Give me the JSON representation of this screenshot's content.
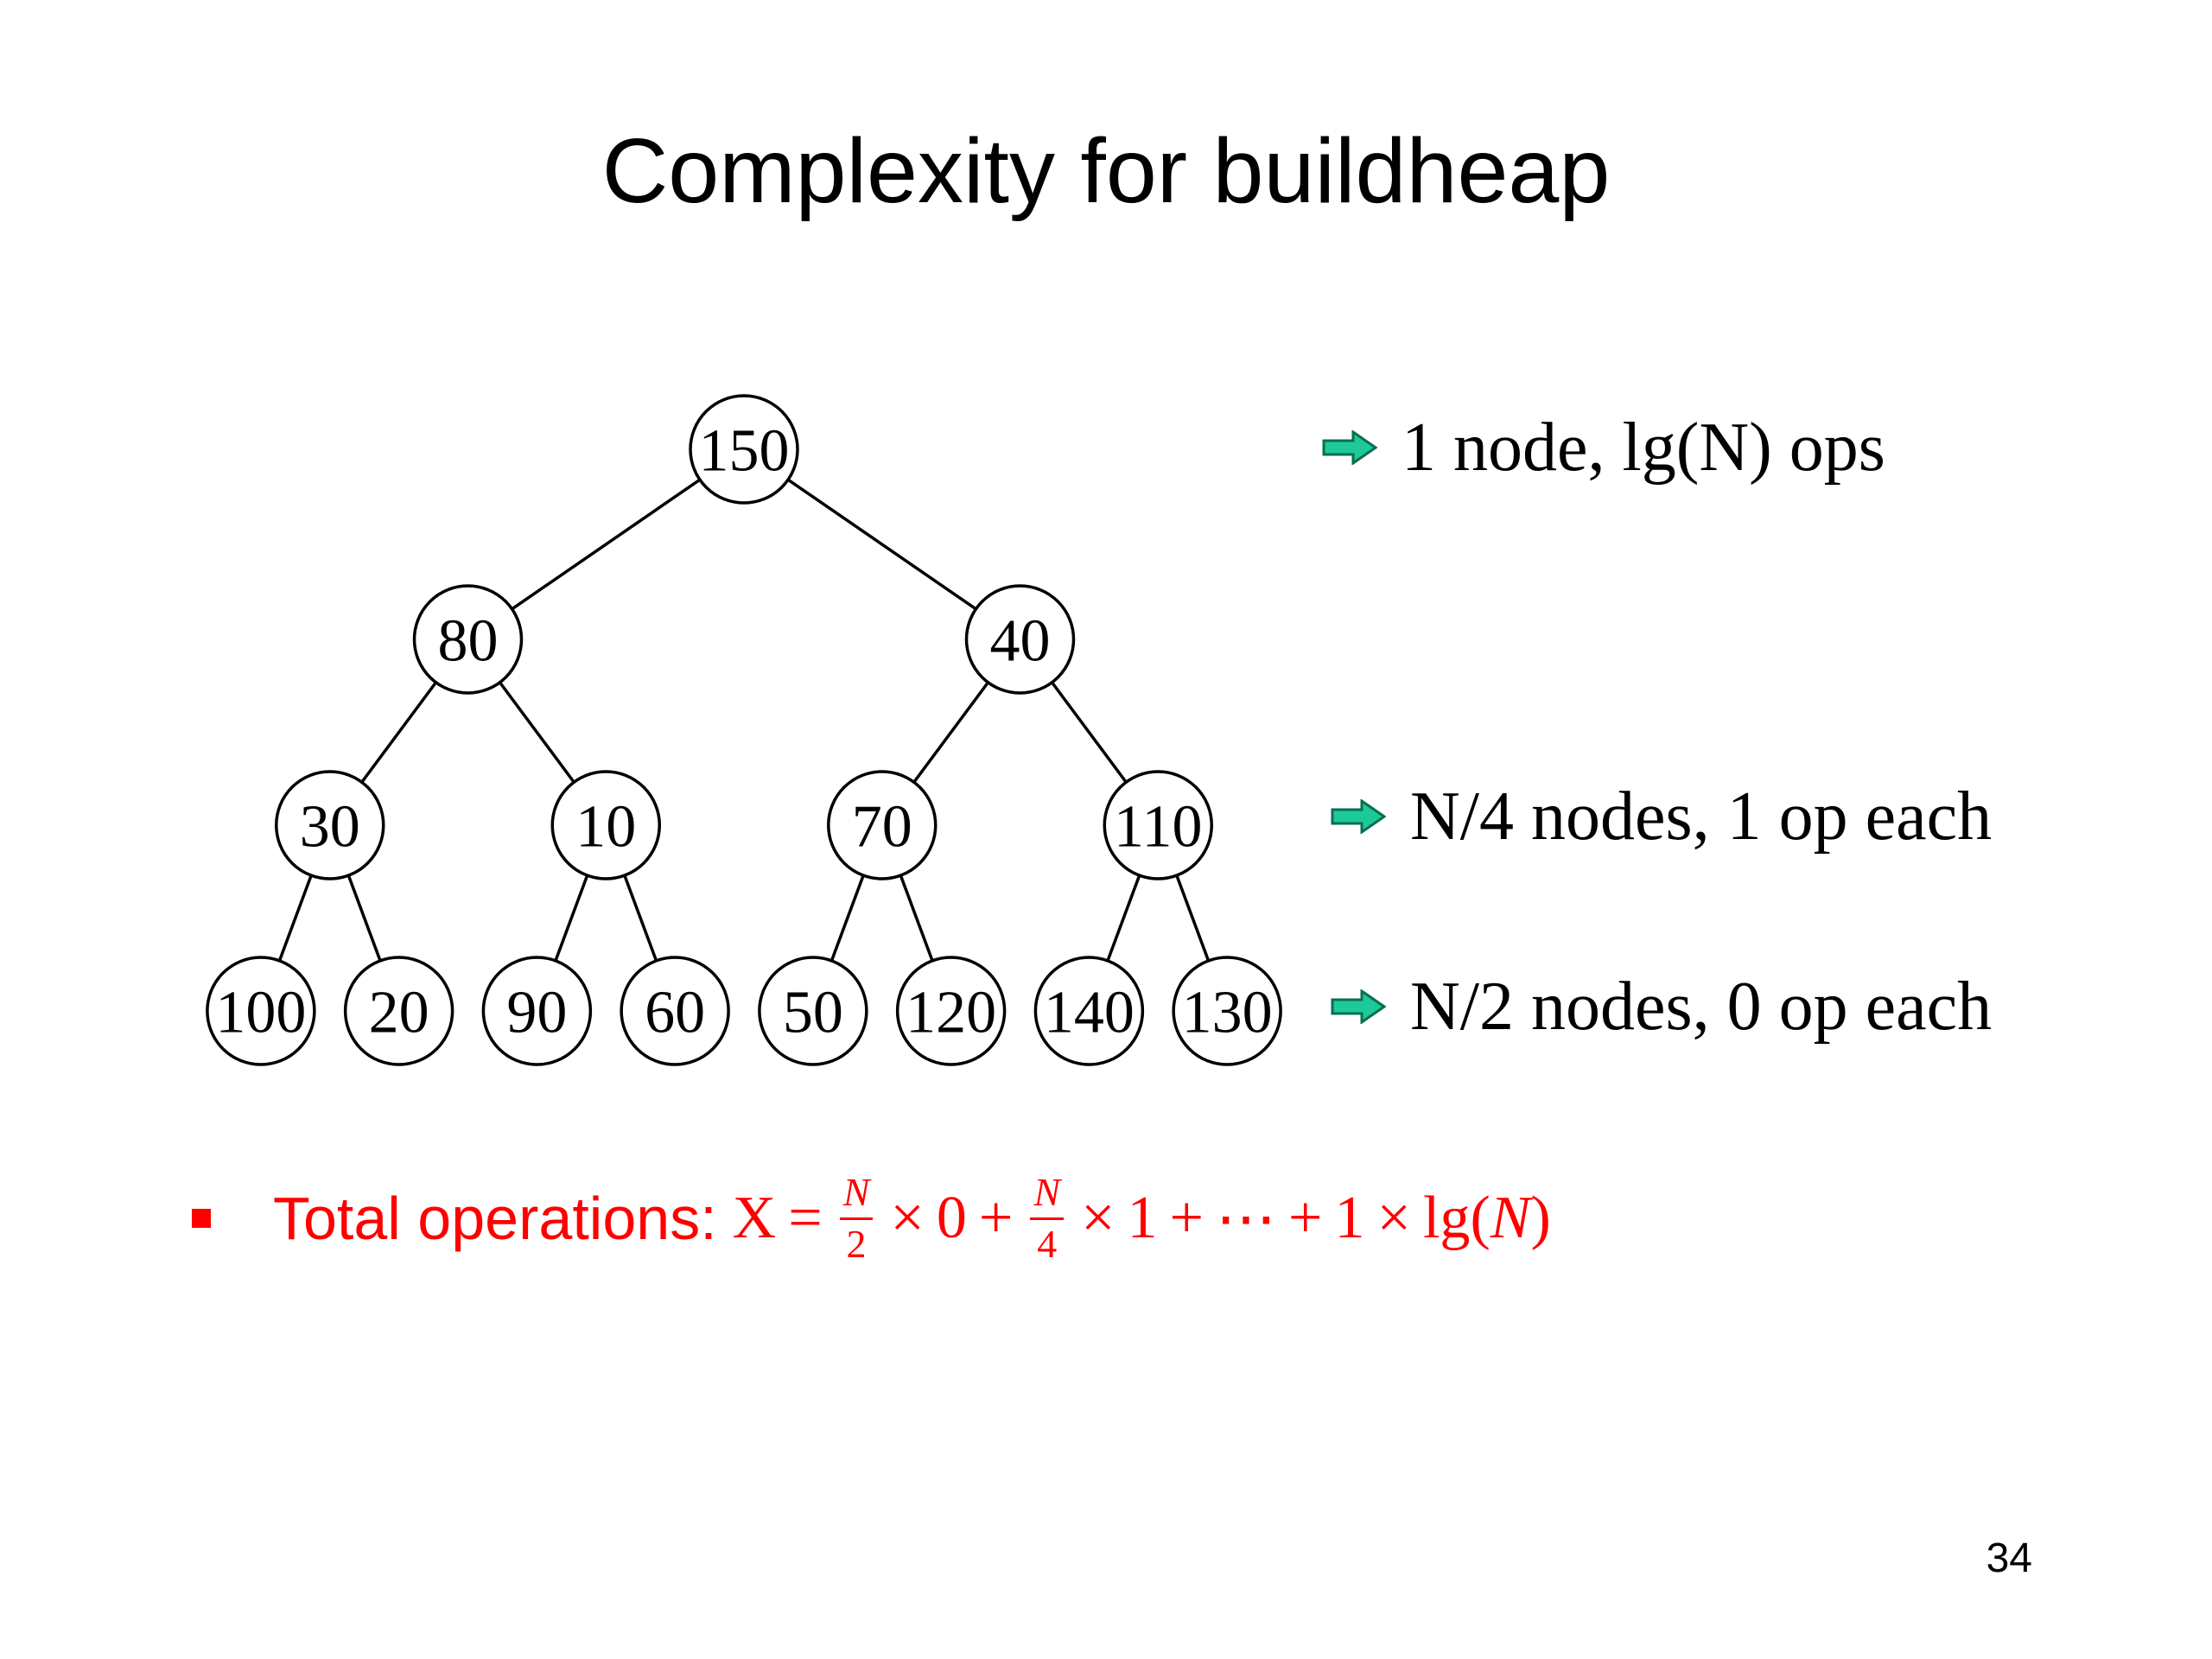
{
  "slide": {
    "title": "Complexity for buildheap",
    "page_number": "34"
  },
  "tree": {
    "levels": [
      [
        "150"
      ],
      [
        "80",
        "40"
      ],
      [
        "30",
        "10",
        "70",
        "110"
      ],
      [
        "100",
        "20",
        "90",
        "60",
        "50",
        "120",
        "140",
        "130"
      ]
    ]
  },
  "annotations": [
    {
      "text": "1 node, lg(N) ops",
      "level": 0
    },
    {
      "text": "N/4 nodes, 1 op each",
      "level": 2
    },
    {
      "text": "N/2 nodes, 0 op each",
      "level": 3
    }
  ],
  "bullet": {
    "label": "Total operations:",
    "formula": {
      "lhs": "X",
      "eq": "=",
      "term1_num": "N",
      "term1_den": "2",
      "times": "×",
      "term1_factor": "0",
      "plus": "+",
      "term2_num": "N",
      "term2_den": "4",
      "term2_factor": "1",
      "ellipsis": "⋯",
      "last_coef": "1",
      "lg": "lg",
      "arg": "N"
    }
  },
  "colors": {
    "accent_red": "#ff0000",
    "arrow_fill": "#1ec998",
    "text": "#000000"
  }
}
